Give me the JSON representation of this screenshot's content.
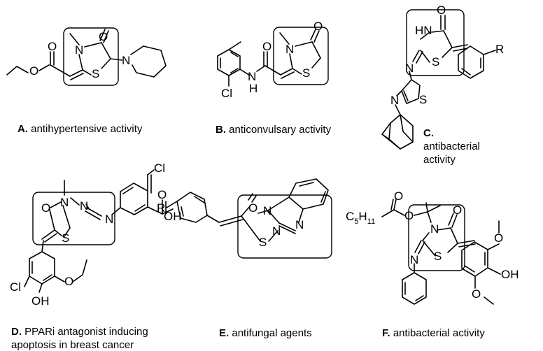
{
  "panels": [
    {
      "letter": "A.",
      "text": "antihypertensive activity"
    },
    {
      "letter": "B.",
      "text": "anticonvulsary activity"
    },
    {
      "letter": "C.",
      "text": "antibacterial",
      "text2": "activity"
    },
    {
      "letter": "D.",
      "text": "PPARi antagonist inducing",
      "text2": "apoptosis in breast cancer"
    },
    {
      "letter": "E.",
      "text": "antifungal agents"
    },
    {
      "letter": "F.",
      "text": "antibacterial activity"
    }
  ],
  "atoms": {
    "O": "O",
    "N": "N",
    "S": "S",
    "H": "H",
    "Cl": "Cl",
    "R": "R",
    "HN": "HN",
    "OH": "OH",
    "C": "C",
    "sub5": "5",
    "H11": "H",
    "sub11": "11"
  }
}
